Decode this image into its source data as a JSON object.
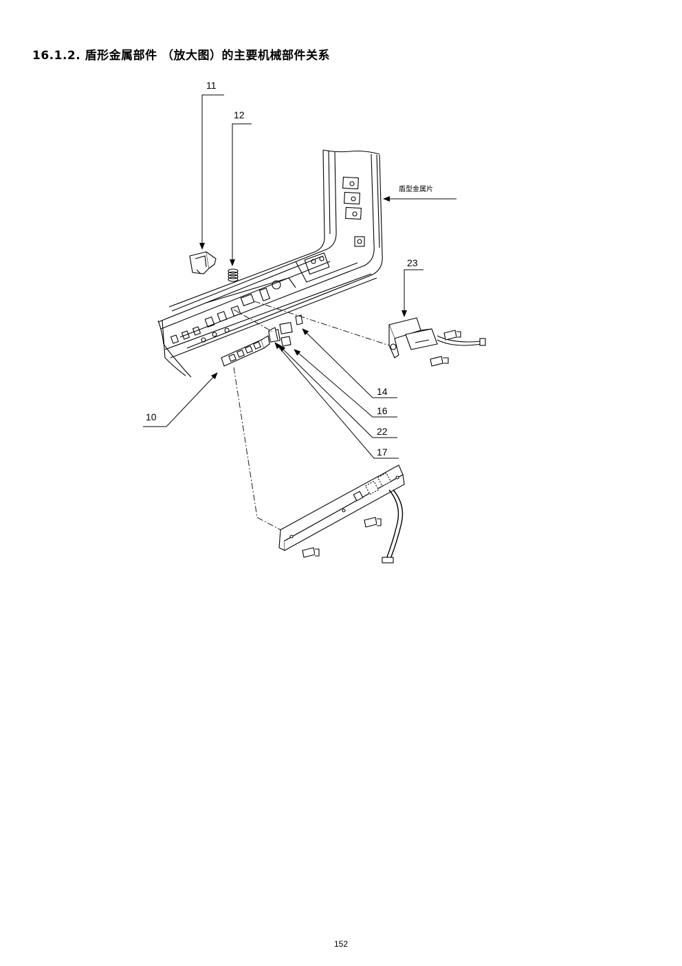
{
  "page": {
    "title": "16.1.2. 盾形金属部件 （放大图）的主要机械部件关系",
    "page_number": "152"
  },
  "diagram": {
    "shield_label": "盾型金属片",
    "callouts": {
      "c11": "11",
      "c12": "12",
      "c23": "23",
      "c14": "14",
      "c16": "16",
      "c22": "22",
      "c17": "17",
      "c10": "10"
    }
  }
}
